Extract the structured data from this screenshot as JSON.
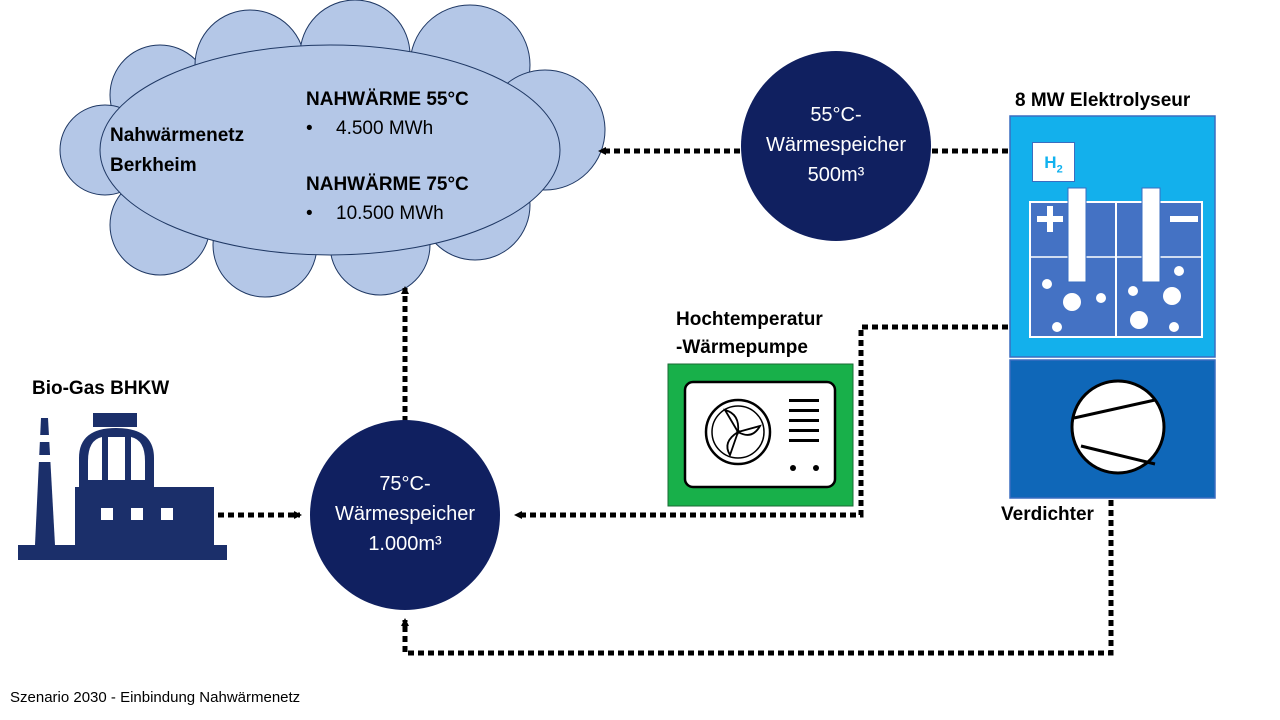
{
  "cloud": {
    "name_line1": "Nahwärmenetz",
    "name_line2": "Berkheim",
    "heat1_title": "NAHWÄRME 55°C",
    "heat1_value": "4.500 MWh",
    "heat2_title": "NAHWÄRME 75°C",
    "heat2_value": "10.500 MWh",
    "bullet": "•"
  },
  "storage55": {
    "line1": "55°C-",
    "line2": "Wärmespeicher",
    "line3": "500m³"
  },
  "storage75": {
    "line1": "75°C-",
    "line2": "Wärmespeicher",
    "line3": "1.000m³"
  },
  "electrolyzer": {
    "title": "8 MW Elektrolyseur",
    "h2_symbol": "H",
    "h2_sub": "2"
  },
  "heatpump": {
    "title_line1": "Hochtemperatur",
    "title_line2": "-Wärmepumpe"
  },
  "chp": {
    "title": "Bio-Gas BHKW"
  },
  "compressor": {
    "title": "Verdichter"
  },
  "footer": {
    "text": "Szenario 2030 - Einbindung Nahwärmenetz"
  },
  "colors": {
    "cloud_fill": "#b4c7e7",
    "cloud_stroke": "#1f3864",
    "navy": "#102060",
    "electrolyzer_bg": "#13b0ec",
    "tank_blue": "#4472c4",
    "heatpump_green": "#18b04a",
    "compressor_blue": "#0f67b8",
    "chp_navy": "#1b2f6a"
  }
}
